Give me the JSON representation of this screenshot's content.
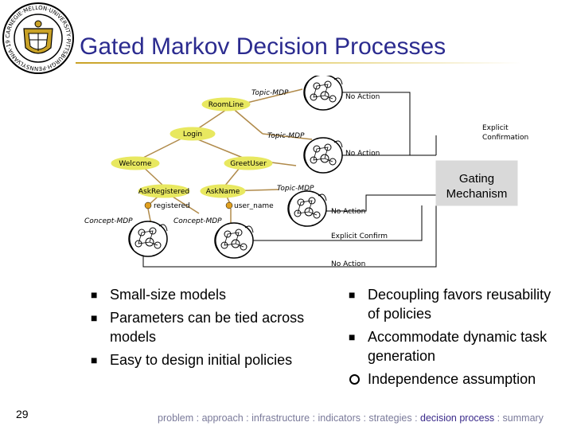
{
  "slide": {
    "title": "Gated Markov Decision Processes",
    "page_number": "29"
  },
  "logo": {
    "text": "Carnegie Mellon University · Pittsburgh Pennsylvania 1900"
  },
  "diagram": {
    "nodes": {
      "room_line": "RoomLine",
      "login": "Login",
      "welcome": "Welcome",
      "greet_user": "GreetUser",
      "ask_registered": "AskRegistered",
      "ask_name": "AskName",
      "registered": "registered",
      "user_name": "user_name"
    },
    "labels": {
      "topic_mdp_1": "Topic-MDP",
      "topic_mdp_2": "Topic-MDP",
      "topic_mdp_3": "Topic-MDP",
      "concept_mdp_1": "Concept-MDP",
      "concept_mdp_2": "Concept-MDP",
      "no_action_1": "No Action",
      "no_action_2": "No Action",
      "no_action_3": "No Action",
      "no_action_4": "No Action",
      "explicit_confirmation": [
        "Explicit",
        "Confirmation"
      ],
      "explicit_confirm": "Explicit Confirm"
    },
    "gating": {
      "line1": "Gating",
      "line2": "Mechanism",
      "fill": "#d9d9d9"
    }
  },
  "bullets_left": [
    "Small-size models",
    "Parameters can be tied across models",
    "Easy to design initial policies"
  ],
  "bullets_right": [
    "Decoupling favors reusability of policies",
    "Accommodate dynamic task generation"
  ],
  "bullets_right_circle": "Independence assumption",
  "footer": {
    "before": "problem : approach : infrastructure : indicators : strategies : ",
    "highlight": "decision process",
    "after": " : summary"
  },
  "colors": {
    "title": "#2b2b8f",
    "node_fill": "#e8e860",
    "tree_line": "#b08a4a",
    "footer": "#7a7a9a"
  }
}
